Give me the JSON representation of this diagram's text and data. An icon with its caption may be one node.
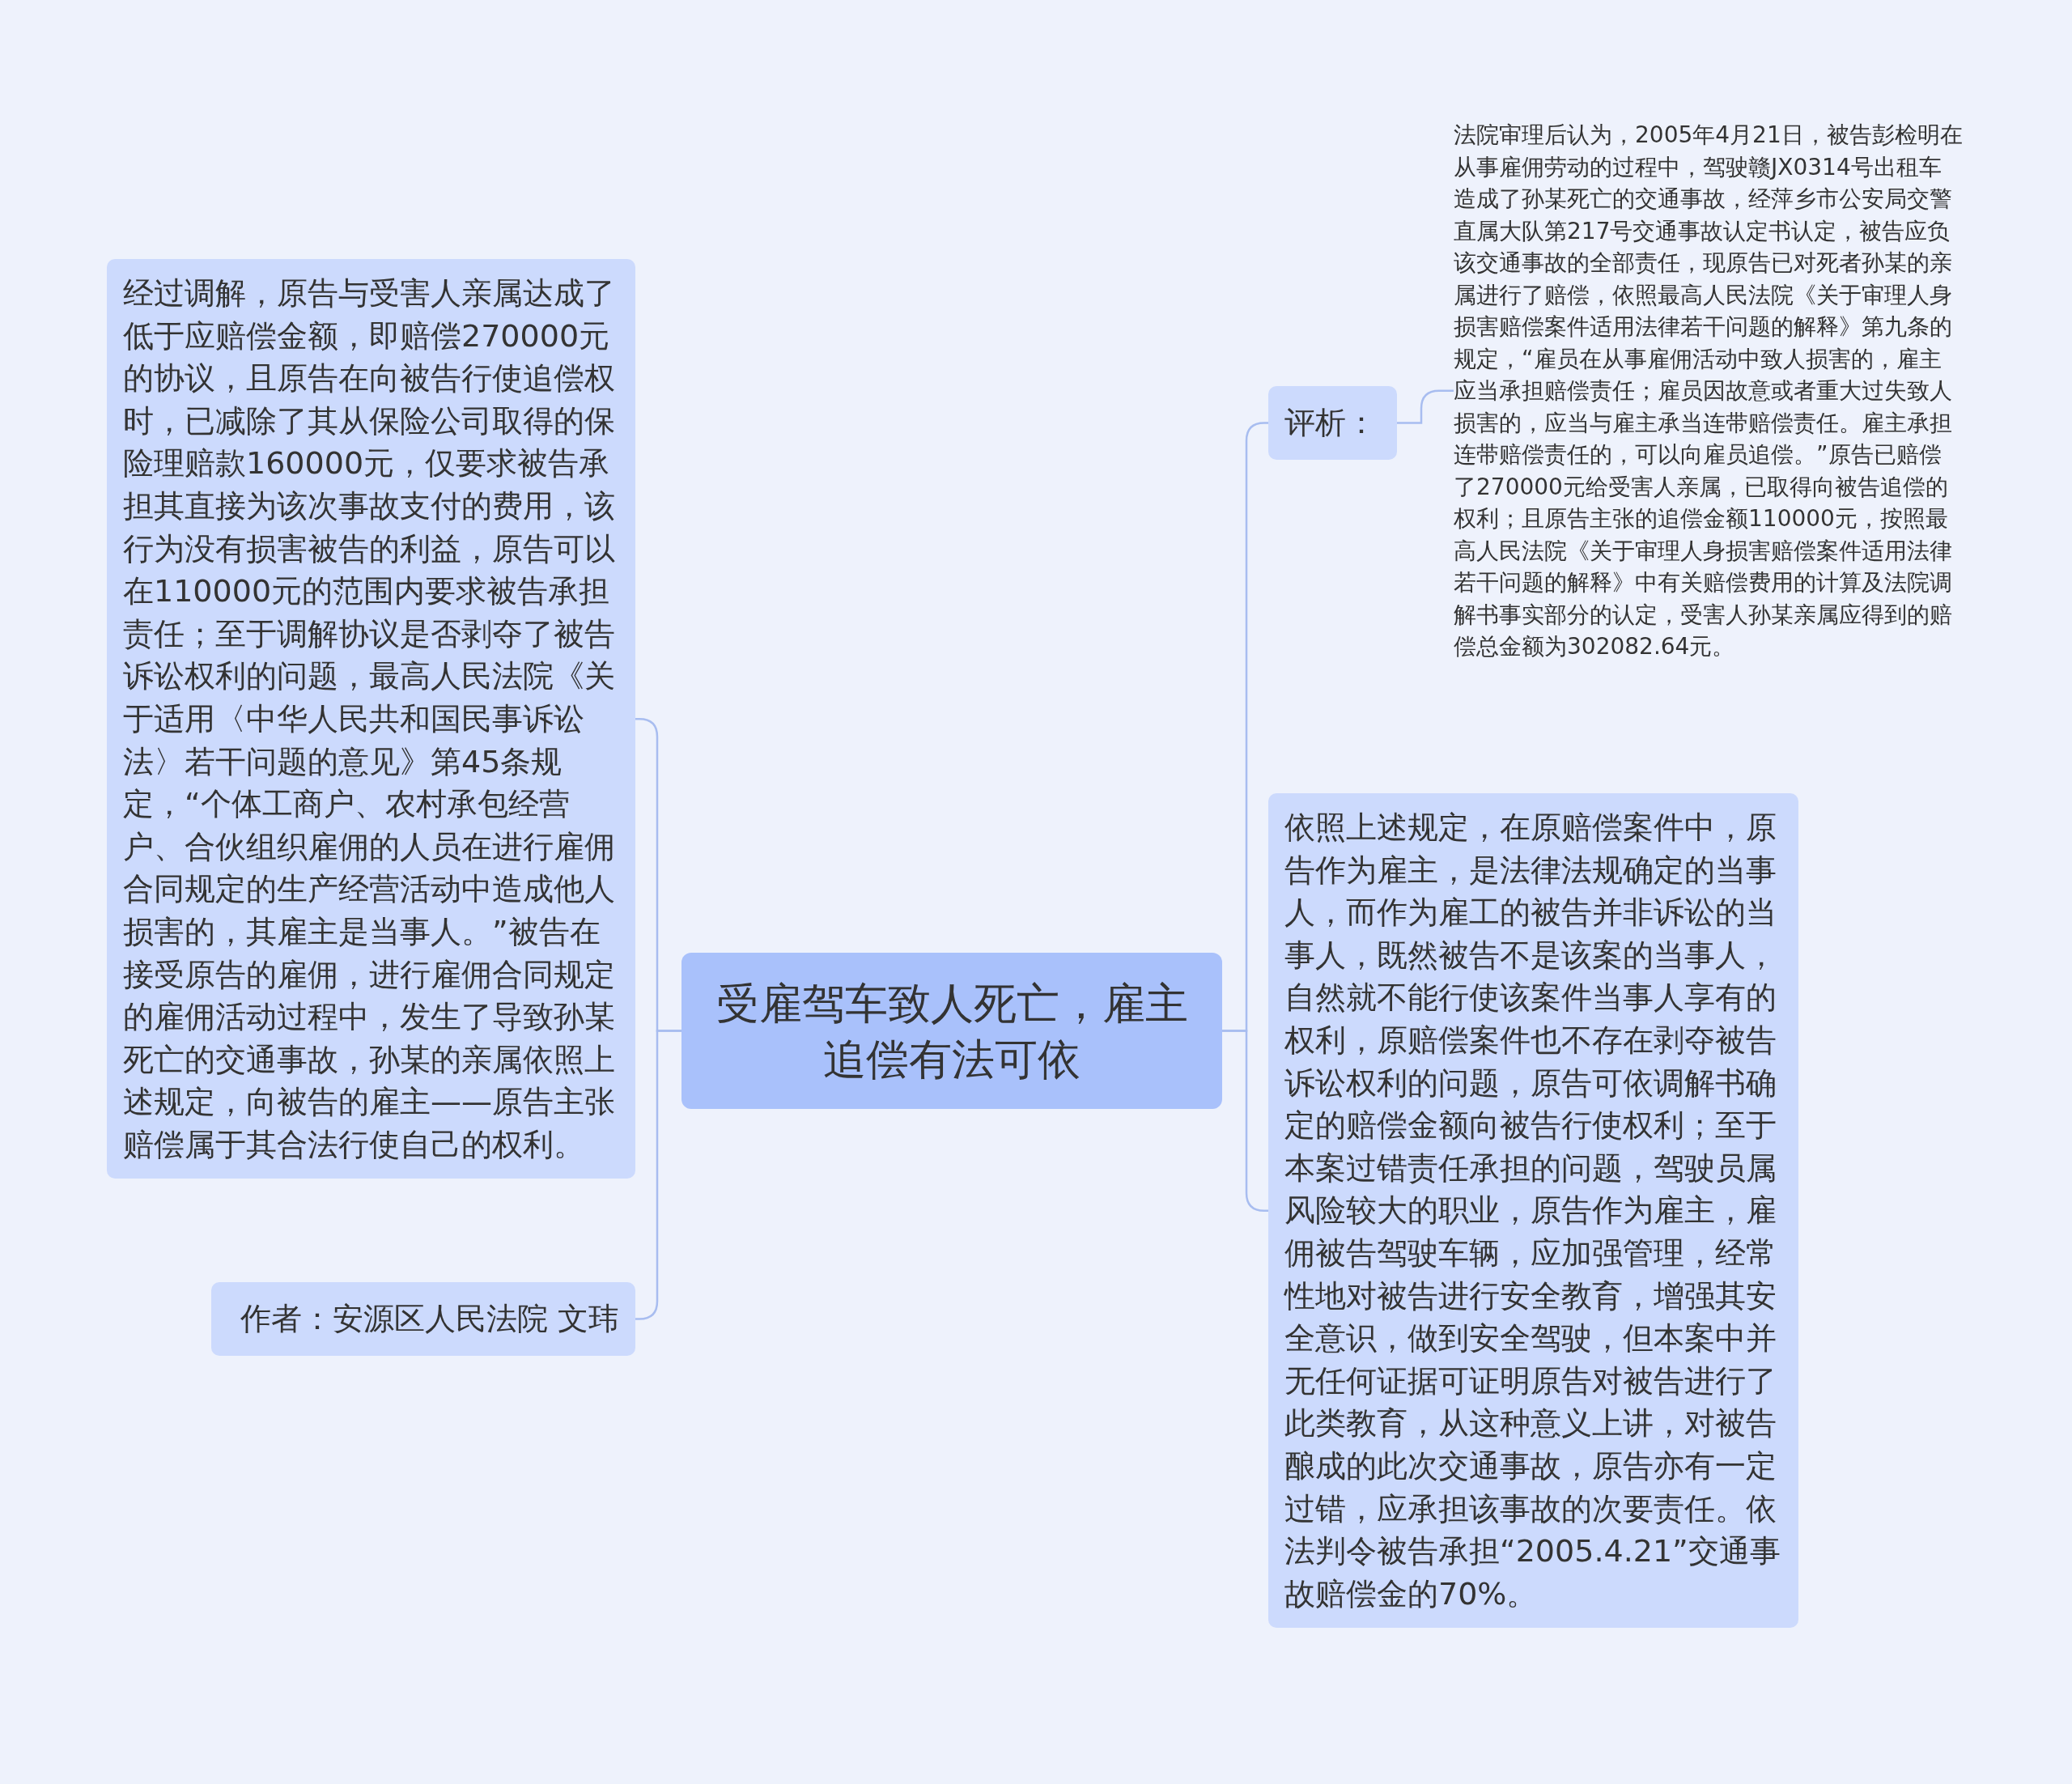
{
  "diagram": {
    "nodes": [
      {
        "text": [
          "受雇驾车致人死亡，雇主追偿有法可依"
        ]
      },
      {
        "text": [
          "经过调解，原告与受害人亲属达成了低于应赔偿金额，即赔偿270000元的协议，且原告在向被告行使追偿权时，已减除了其从保险公司取得的保险理赔款160000元，仅要求被告承担其直接为该次事故支付的费用，该行为没有损害被告的利益，原告可以在110000元的范围内要求被告承担责任；至于调解协议是否剥夺了被告诉讼权利的问题，最高人民法院《关于适用〈中华人民共和国民事诉讼法〉若干问题的意见》第45条规定，“个体工商户、农村承包经营户、合伙组织雇佣的人员在进行雇佣合同规定的生产经营活动中造成他人损害的，其雇主是当事人。”被告在接受原告的雇佣，进行雇佣合同规定的雇佣活动过程中，发生了导致孙某死亡的交通事故，孙某的亲属依照上述规定，向被告的雇主——原告主张赔偿属于其合法行使自己的权利。"
        ]
      },
      {
        "text": [
          "作者：安源区人民法院 文玮"
        ]
      },
      {
        "text": [
          "评析："
        ]
      },
      {
        "text": [
          "法院审理后认为，2005年4月21日，被告彭检明在从事雇佣劳动的过程中，驾驶赣JX0314号出租车造成了孙某死亡的交通事故，经萍乡市公安局交警直属大队第217号交通事故认定书认定，被告应负该交通事故的全部责任，现原告已对死者孙某的亲属进行了赔偿，依照最高人民法院《关于审理人身损害赔偿案件适用法律若干问题的解释》第九条的规定，“雇员在从事雇佣活动中致人损害的，雇主应当承担赔偿责任；雇员因故意或者重大过失致人损害的，应当与雇主承当连带赔偿责任。雇主承担连带赔偿责任的，可以向雇员追偿。”原告已赔偿了270000元给受害人亲属，已取得向被告追偿的权利；且原告主张的追偿金额110000元，按照最高人民法院《关于审理人身损害赔偿案件适用法律若干问题的解释》中有关赔偿费用的计算及法院调解书事实部分的认定，受害人孙某亲属应得到的赔偿总金额为302082.64元。"
        ]
      },
      {
        "text": [
          "依照上述规定，在原赔偿案件中，原告作为雇主，是法律法规确定的当事人，而作为雇工的被告并非诉讼的当事人，既然被告不是该案的当事人，自然就不能行使该案件当事人享有的权利，原赔偿案件也不存在剥夺被告诉讼权利的问题，原告可依调解书确定的赔偿金额向被告行使权利；至于本案过错责任承担的问题，驾驶员属风险较大的职业，原告作为雇主，雇佣被告驾驶车辆，应加强管理，经常性地对被告进行安全教育，增强其安全意识，做到安全驾驶，但本案中并无任何证据可证明原告对被告进行了此类教育，从这种意义上讲，对被告酿成的此次交通事故，原告亦有一定过错，应承担该事故的次要责任。依法判令被告承担“2005.4.21”交通事故赔偿金的70%。"
        ]
      }
    ],
    "edges": [
      {
        "from": 0,
        "to": 1,
        "arrow": "none"
      },
      {
        "from": 0,
        "to": 2,
        "arrow": "none"
      },
      {
        "from": 0,
        "to": 3,
        "arrow": "none"
      },
      {
        "from": 0,
        "to": 5,
        "arrow": "none"
      },
      {
        "from": 3,
        "to": 4,
        "arrow": "none"
      }
    ]
  }
}
